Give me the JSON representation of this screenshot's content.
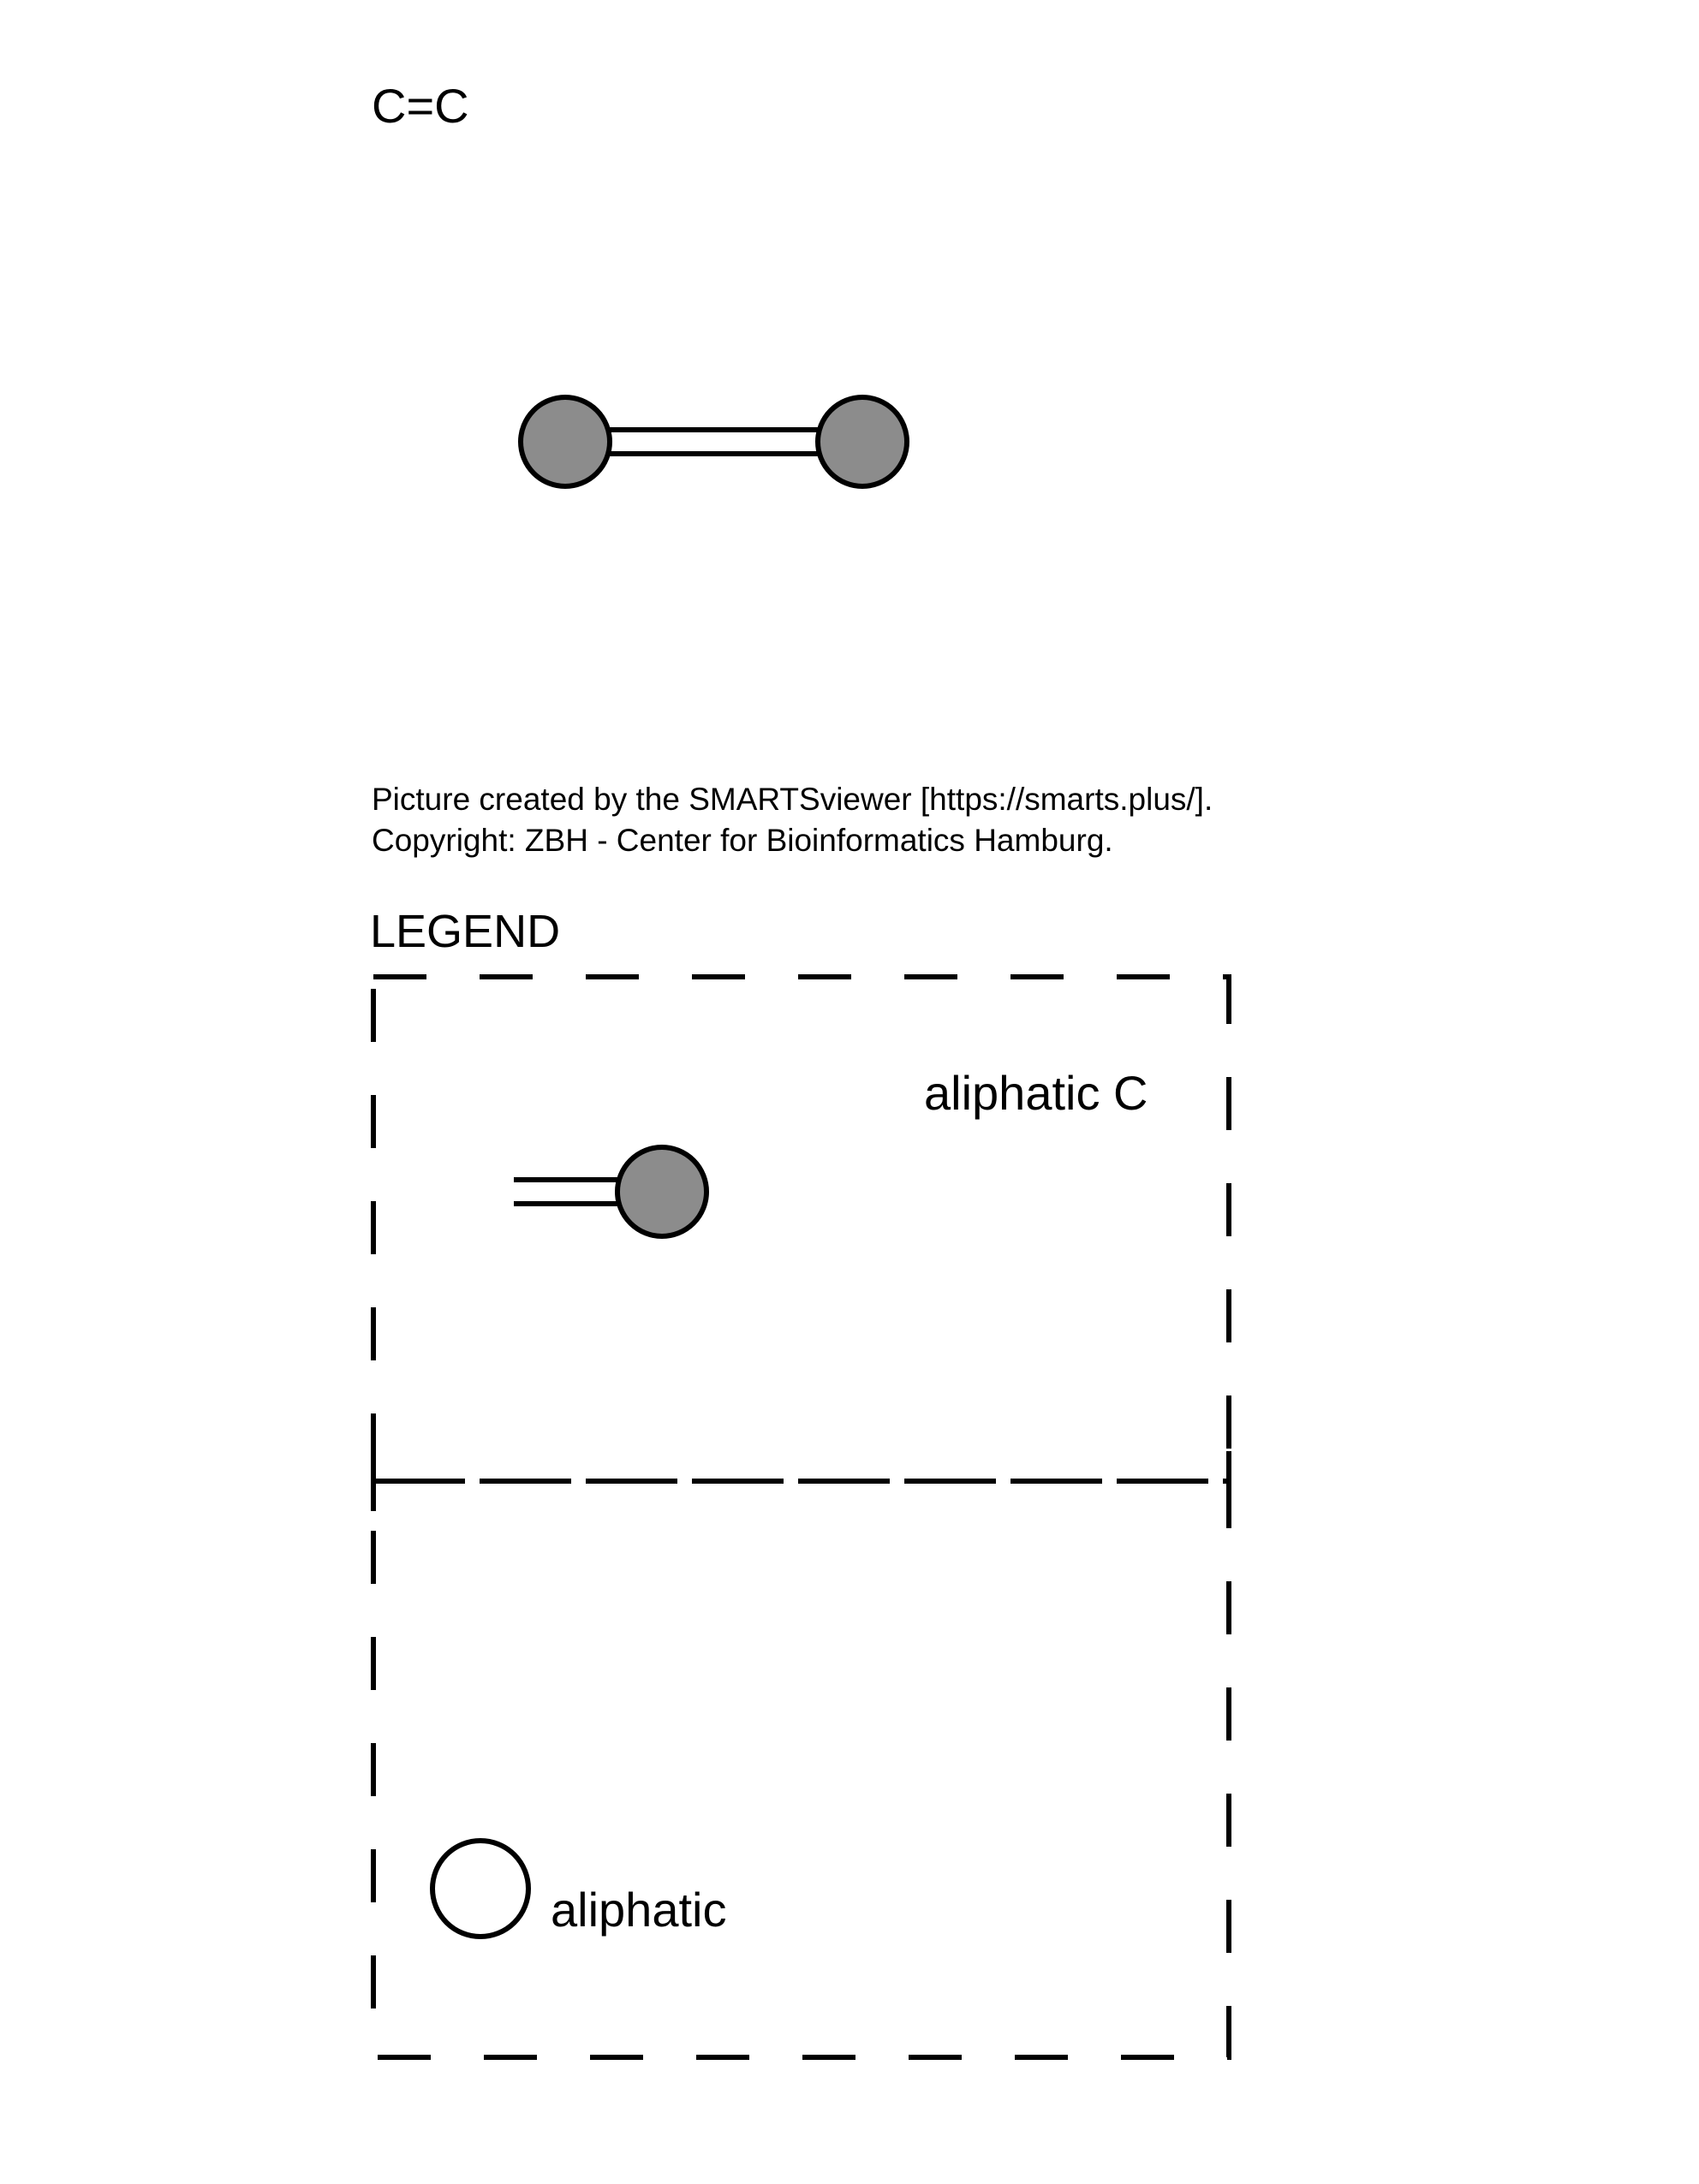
{
  "smarts": "C=C",
  "credit": {
    "line1": "Picture created by the SMARTSviewer [https://smarts.plus/].",
    "line2": "Copyright: ZBH - Center for Bioinformatics Hamburg."
  },
  "legend": {
    "title": "LEGEND",
    "entries": [
      {
        "label": "aliphatic C",
        "symbol": "filled-gray-circle-with-double-bond"
      },
      {
        "label": "aliphatic",
        "symbol": "open-circle"
      }
    ]
  },
  "colors": {
    "atom_fill": "#8c8c8c",
    "stroke": "#000000",
    "background": "#ffffff"
  }
}
